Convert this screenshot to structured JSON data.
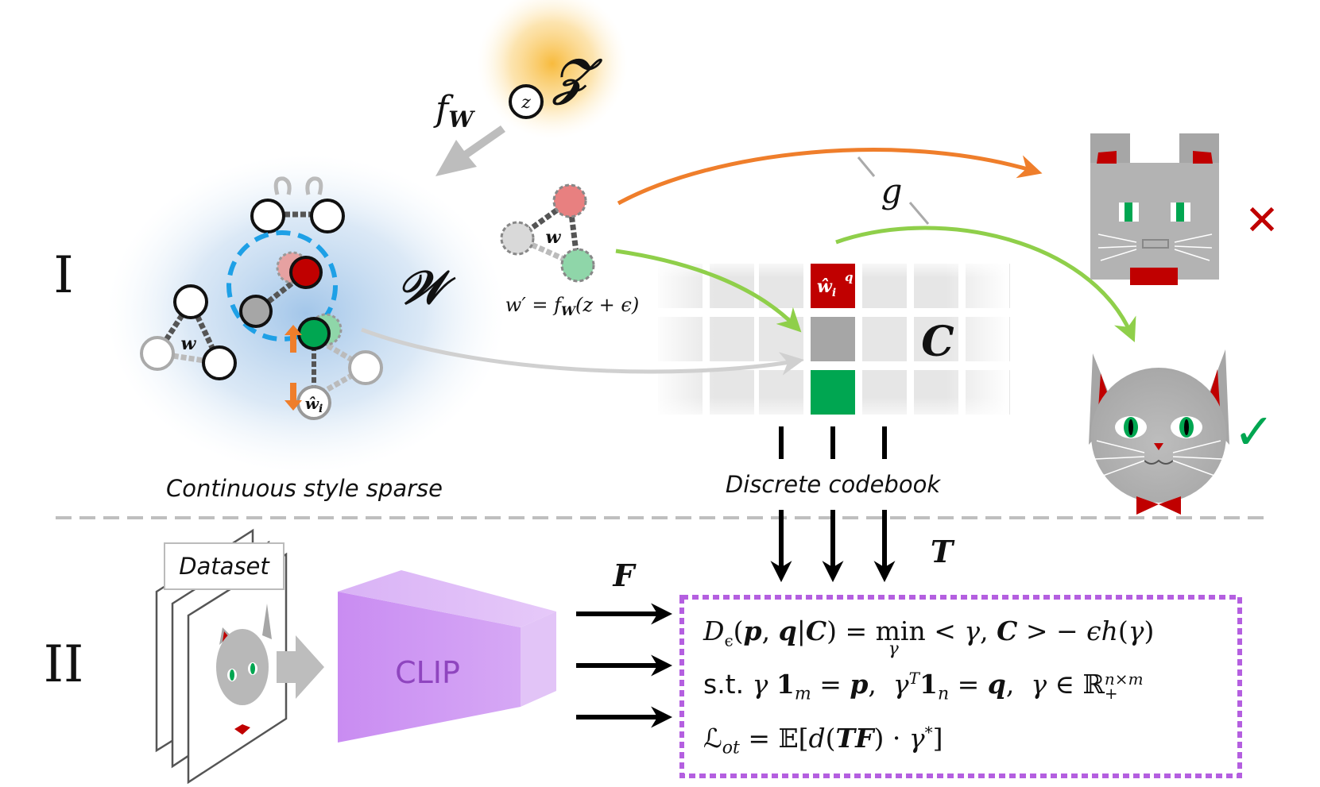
{
  "panel_one": {
    "roman_label": "I",
    "latent_symbol": "𝒵",
    "z_label": "z",
    "mapping_label": "f",
    "mapping_subscript": "W",
    "w_space_symbol": "𝒲",
    "w_node_label": "w",
    "w_hat_label": "ŵ",
    "w_hat_subscript": "i",
    "perturbed_w_label": "w",
    "perturbed_formula": "w′ = f",
    "perturbed_formula_sub": "W",
    "perturbed_formula_tail": "(z + ϵ)",
    "codebook_cell_label": "ŵ",
    "codebook_cell_sup": "q",
    "codebook_cell_sub": "i",
    "codebook_symbol": "𝑪",
    "generator_label": "g",
    "continuous_caption": "Continuous style sparse",
    "discrete_caption": "Discrete codebook",
    "wrong_mark": "✕",
    "right_mark": "✓"
  },
  "panel_two": {
    "roman_label": "II",
    "dataset_label": "Dataset",
    "encoder_label": "CLIP",
    "feature_label": "F",
    "transport_label": "T",
    "formula_lines": [
      "D_ϵ(p, q|C) = min_γ < γ, C > − ϵh(γ)",
      "s.t. γ 1_m = p,  γ^T 1_n = q,  γ ∈ ℝ_+^(n×m)",
      "ℒ_ot = 𝔼[d(TF) · γ*]"
    ]
  },
  "colors": {
    "orange": "#ef7e2b",
    "green_arrow": "#8fcf4a",
    "purple": "#b45fe0",
    "red": "#c00000",
    "green": "#00a651",
    "blue_dash": "#1ea0e6",
    "codebook_cell": "#e6e6e6"
  }
}
